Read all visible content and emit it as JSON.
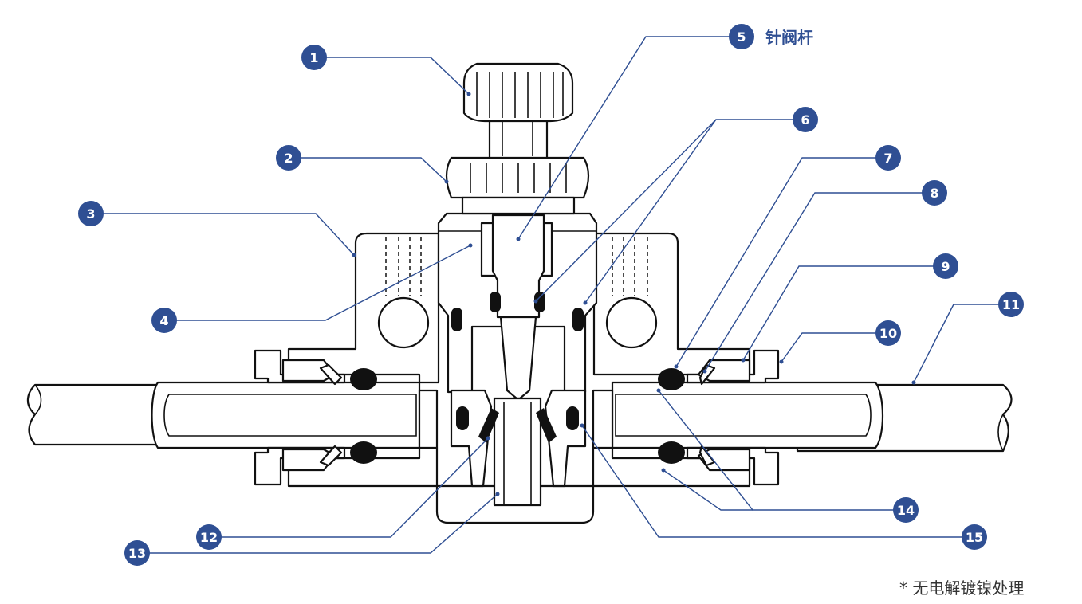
{
  "diagram": {
    "callouts": [
      {
        "number": "1"
      },
      {
        "number": "2"
      },
      {
        "number": "3"
      },
      {
        "number": "4"
      },
      {
        "number": "5",
        "label": "针阀杆"
      },
      {
        "number": "6"
      },
      {
        "number": "7"
      },
      {
        "number": "8"
      },
      {
        "number": "9"
      },
      {
        "number": "10"
      },
      {
        "number": "11"
      },
      {
        "number": "12"
      },
      {
        "number": "13"
      },
      {
        "number": "14"
      },
      {
        "number": "15"
      }
    ],
    "footnote": "* 无电解镀镍处理"
  },
  "colors": {
    "callout_fill": "#2f4f93",
    "leader_line": "#2f4f93",
    "outline": "#111111"
  }
}
